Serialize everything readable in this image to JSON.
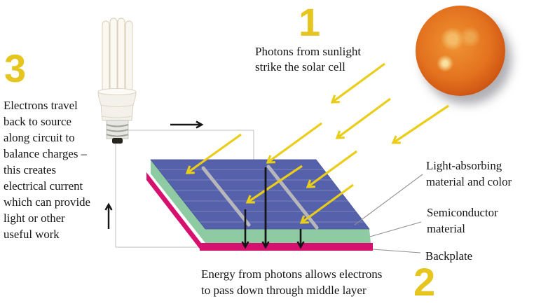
{
  "steps": {
    "s1": {
      "number": "1",
      "caption": [
        "Photons from sunlight",
        "strike the solar cell"
      ]
    },
    "s2": {
      "number": "2",
      "caption": [
        "Energy from photons allows electrons",
        "to pass down through middle layer"
      ]
    },
    "s3": {
      "number": "3",
      "caption": [
        "Electrons travel",
        "back to source",
        "along circuit to",
        "balance charges –",
        "this creates",
        "electrical current",
        "which can provide",
        "light or other",
        "useful work"
      ]
    }
  },
  "layer_labels": {
    "light_absorbing": [
      "Light-absorbing",
      "material and color"
    ],
    "semiconductor": [
      "Semiconductor",
      "material"
    ],
    "backplate": [
      "Backplate"
    ]
  },
  "images": {
    "sun": "sun-photo",
    "bulb": "cfl-light-bulb-photo"
  },
  "diagram": {
    "photon_arrow_count": 8,
    "electron_down_arrow_count": 3
  },
  "colors": {
    "panel_top": "#5661ab",
    "panel_middle": "#8fcba2",
    "panel_backplate": "#d6106f",
    "photon_arrow": "#e9cd18",
    "step_number": "#e6c51f",
    "text": "#151515",
    "sun_core": "#e4731f",
    "sun_rim": "#ad3a10",
    "circuit_wire": "#c9c9cd",
    "leader_line": "#8f8f8f",
    "electron_arrow": "#151515",
    "reflection_streak": "#b7b7bb"
  }
}
